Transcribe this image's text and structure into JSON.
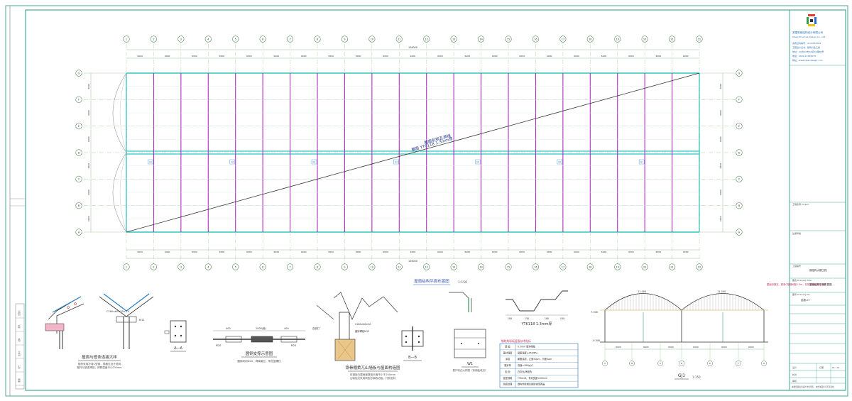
{
  "plan": {
    "title": "屋面结构平面布置图",
    "scale": "1:150",
    "grid_cols": [
      "1",
      "2",
      "3",
      "4",
      "5",
      "6",
      "7",
      "8",
      "9",
      "10",
      "11",
      "12",
      "13",
      "14",
      "15",
      "16",
      "17",
      "18",
      "19",
      "20",
      "21",
      "22"
    ],
    "grid_rows": [
      "G",
      "F",
      "E",
      "D",
      "C",
      "B",
      "A"
    ],
    "bay_labels": [
      "6000",
      "6000",
      "6000",
      "6000",
      "6000",
      "6000",
      "6000",
      "6000",
      "6000",
      "6000",
      "6000",
      "6000",
      "6000",
      "6000",
      "6000",
      "6000",
      "6000",
      "6000",
      "6000",
      "6000",
      "6000"
    ],
    "total_length": "126000",
    "row_spacing": "6000",
    "total_width": "36000",
    "center_symbol": "GJ1",
    "diagonal_label_1": "屋面彩钢瓦满铺",
    "diagonal_label_2": "屋面 YT6118  1.3mm厚"
  },
  "details": {
    "d1_title": "屋面与檩条连接大样",
    "d1_notes": [
      "檩条采用冷弯C型钢，规格见设计说明",
      "檩托与钢梁焊接，焊脚高度不小于6mm"
    ],
    "aa_label": "A—A",
    "d2_title": "圆钢支撑示意图",
    "d2_notes": "圆钢采用Φ20，两端套丝，带花篮螺栓",
    "bb_label": "B—B",
    "d3_title": "钢骨棚柔兀山墙板与屋面构造图",
    "d3_notes": [
      "彩钢板与屋面板搭接长度不小于200mm",
      "山墙包边采用同色彩钢收边板，打胶密封"
    ],
    "w1_label": "W1",
    "w1_note": "檐口收边大样图（彩钢板收边）",
    "profile_label": "YT6118  1.3mm厚",
    "profile_dims": [
      "100",
      "130",
      "100",
      "100"
    ]
  },
  "spec_table": {
    "title": "钢结构彩板屋面技术指标",
    "rows": [
      [
        "基 板",
        "0.5mm 镀锌钢板"
      ],
      [
        "基材强度",
        "屈服强度≥350MPa"
      ],
      [
        "涂层",
        "聚酯涂层，正面20μm，背面5μm"
      ],
      [
        "镀锌量",
        "双面≥180g/㎡"
      ],
      [
        "颜 色",
        "白灰色/海蓝色"
      ],
      [
        "板型规格",
        "YT6118，有效宽度1100mm"
      ],
      [
        "防腐处理",
        "钢构件除锈后刷防锈漆两遍"
      ]
    ]
  },
  "section": {
    "label": "GJ1",
    "scale": "1:150",
    "bottom_dims": [
      "6000",
      "6000",
      "6000",
      "6000",
      "6000",
      "6000"
    ],
    "top_dims": [
      "11.000",
      "11.000"
    ],
    "height_left": "7.300",
    "ground": "-0.300",
    "axis_labels": [
      "A",
      "B",
      "C",
      "D",
      "E",
      "F",
      "G"
    ],
    "note": "屋面彩钢瓦，檩条C型钢间距1.5m，拱形钢架截面见详图"
  },
  "title_block": {
    "company": "某建筑钢结构设计有限公司",
    "company_en": "Steel Structure Design Co., Ltd.",
    "lines": [
      "资质证书编号：A123456789",
      "工程设计证书：建筑行业乙级",
      "地址：XX省XX市XX区XX路88号",
      "电话：0000-12345678",
      "网址：www.steel-design.com"
    ],
    "project_label": "工程名称 Project",
    "project_name": "钢结构大棚工程",
    "drawing_label": "图名 Drawing Title",
    "drawing_name": "屋面结构平面布置图",
    "drawing_no_label": "图号 Drawing No.",
    "drawing_no": "结施-07",
    "stamp_label": "注册师章",
    "design": "设计",
    "check": "校对",
    "approve": "审核",
    "date": "日期",
    "sheet": "01 / 01",
    "footer": "本图纸版权归设计单位所有，未经书面许可不得复制"
  },
  "left_strip": {
    "labels": [
      "会签栏",
      "建筑",
      "结构",
      "给排水",
      "电气",
      "暖通"
    ]
  }
}
